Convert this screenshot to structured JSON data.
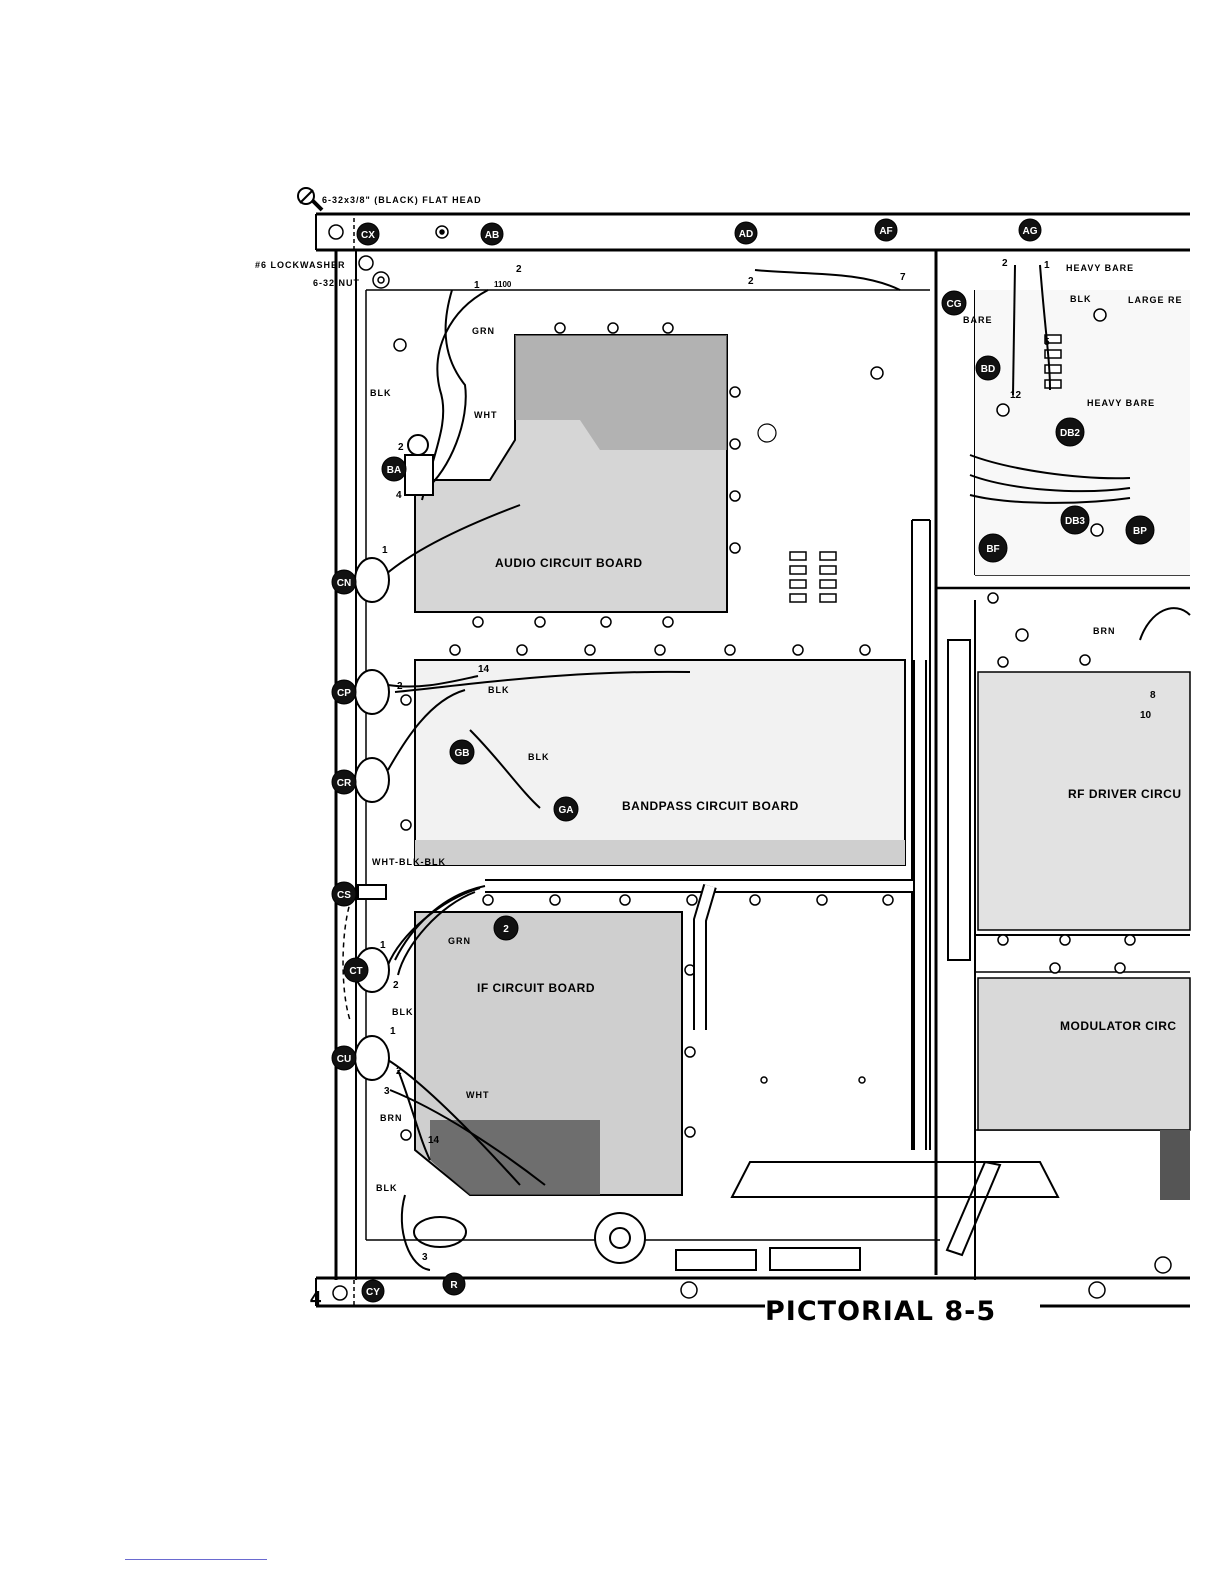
{
  "title": "PICTORIAL 8-5",
  "hardware": {
    "screw": "6-32x3/8\" (BLACK) FLAT HEAD",
    "lockwasher": "#6 LOCKWASHER",
    "nut": "6-32 NUT"
  },
  "boards": {
    "audio": "AUDIO CIRCUIT BOARD",
    "bandpass": "BANDPASS CIRCUIT BOARD",
    "if": "IF CIRCUIT BOARD",
    "rf_driver": "RF DRIVER CIRCU",
    "modulator": "MODULATOR CIRC"
  },
  "wires": {
    "grn": "GRN",
    "blk": "BLK",
    "wht": "WHT",
    "brn": "BRN",
    "bare": "BARE",
    "heavy_bare": "HEAVY BARE",
    "large_re": "LARGE RE",
    "wht_blk_blk": "WHT-BLK-BLK"
  },
  "tags": {
    "cx": "CX",
    "ab": "AB",
    "ad": "AD",
    "af": "AF",
    "ag": "AG",
    "ba": "BA",
    "cn": "CN",
    "cp": "CP",
    "cr": "CR",
    "cs": "CS",
    "ct": "CT",
    "cu": "CU",
    "cy": "CY",
    "r": "R",
    "gb": "GB",
    "ga": "GA",
    "two": "2",
    "cg": "CG",
    "bd": "BD",
    "db2": "DB2",
    "db3": "DB3",
    "bf": "BF",
    "bp": "BP"
  },
  "numbers": {
    "n1": "1",
    "n2": "2",
    "n3": "3",
    "n4": "4",
    "n5": "5",
    "n7": "7",
    "n12": "12",
    "n14": "14",
    "n10": "10",
    "n8": "8",
    "res": "1100"
  }
}
